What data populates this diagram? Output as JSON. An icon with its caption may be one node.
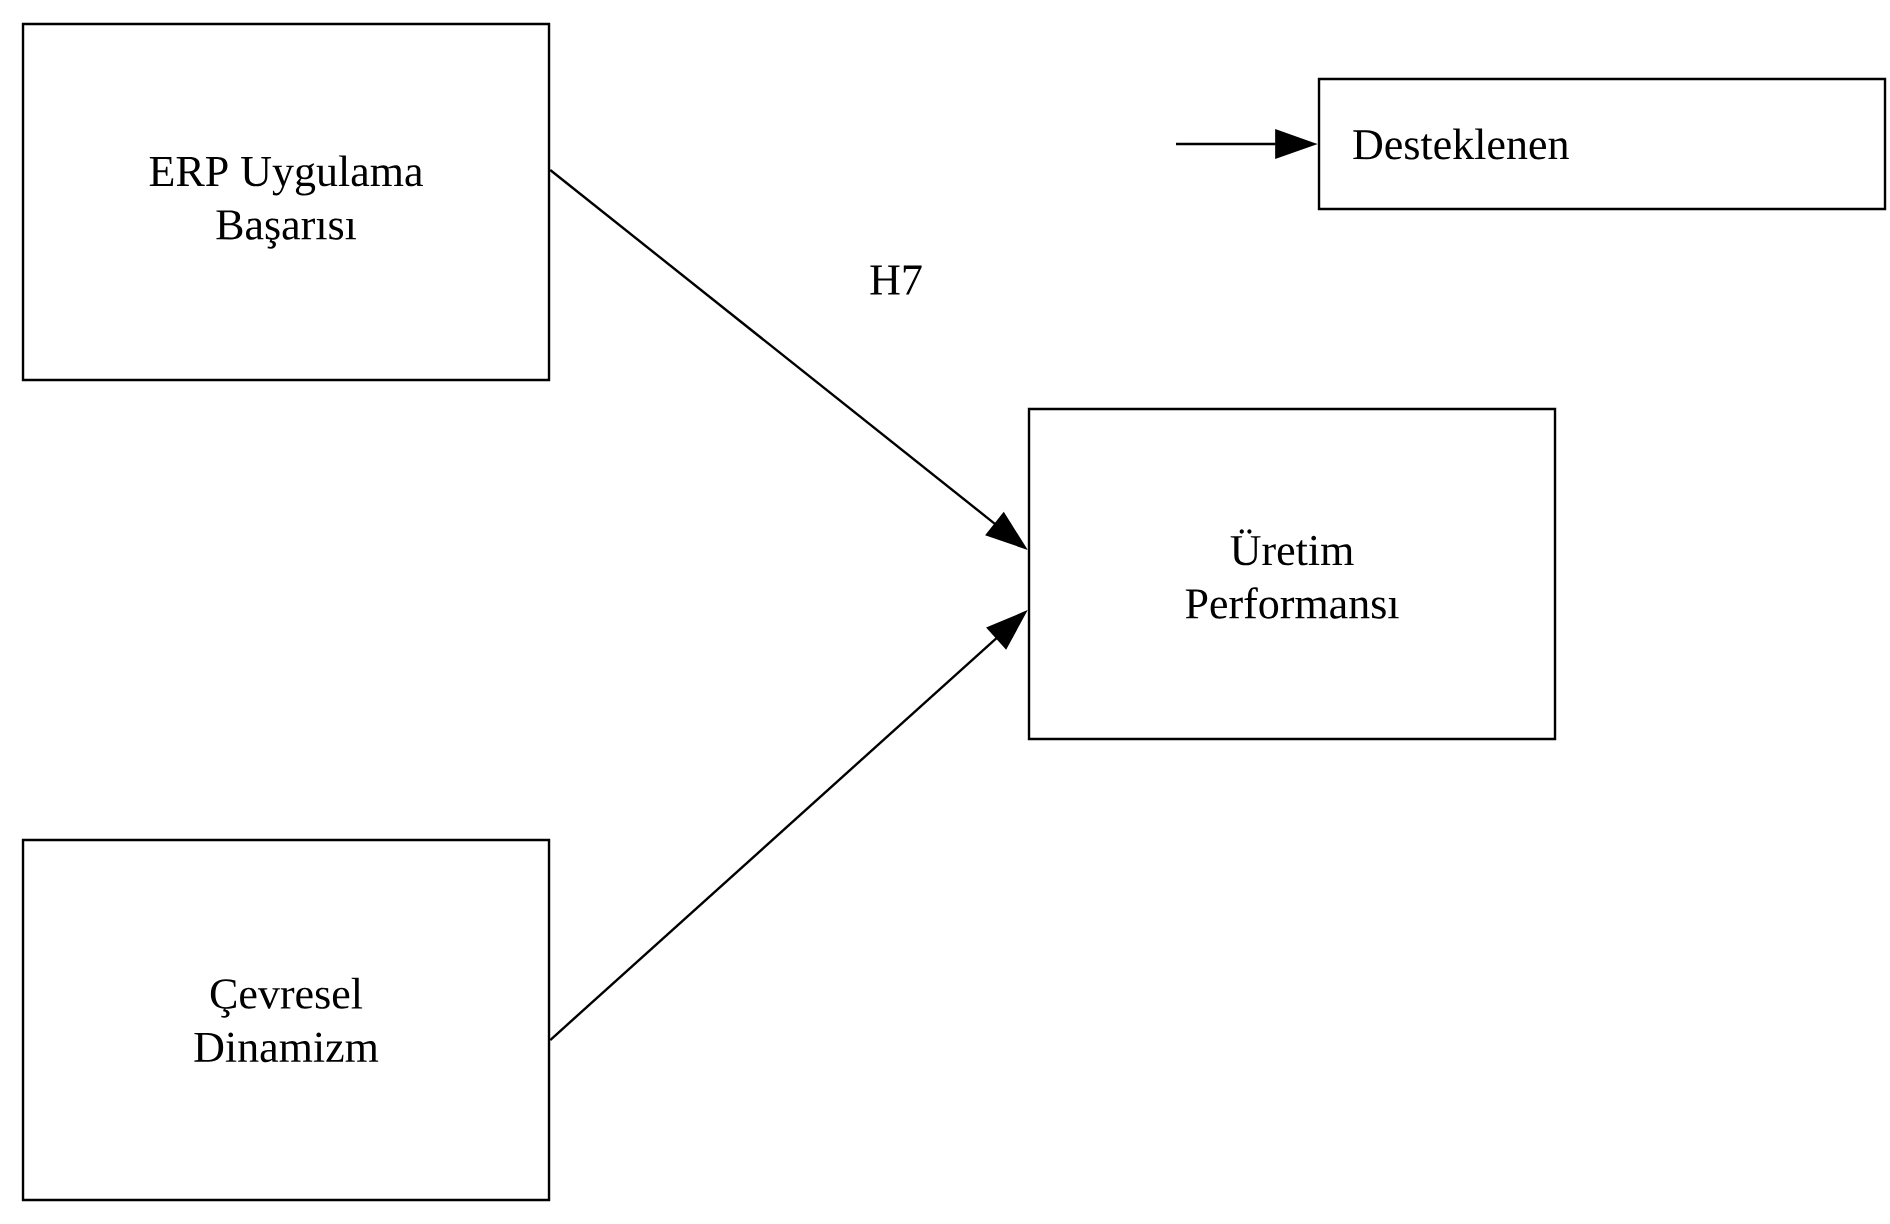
{
  "diagram": {
    "nodes": [
      {
        "text": [
          "ERP Uygulama Başarısı"
        ]
      },
      {
        "text": [
          "Üretim Performansı"
        ]
      },
      {
        "text": [
          "Çevresel Dinamizm"
        ]
      },
      {
        "text": [
          "Desteklenen"
        ]
      }
    ],
    "edges": [
      {
        "from": 0,
        "to": 1,
        "arrow": "to",
        "label": "H7"
      },
      {
        "from": 2,
        "to": 1,
        "arrow": "to"
      },
      {
        "from": null,
        "to": 3,
        "arrow": "to"
      }
    ]
  }
}
